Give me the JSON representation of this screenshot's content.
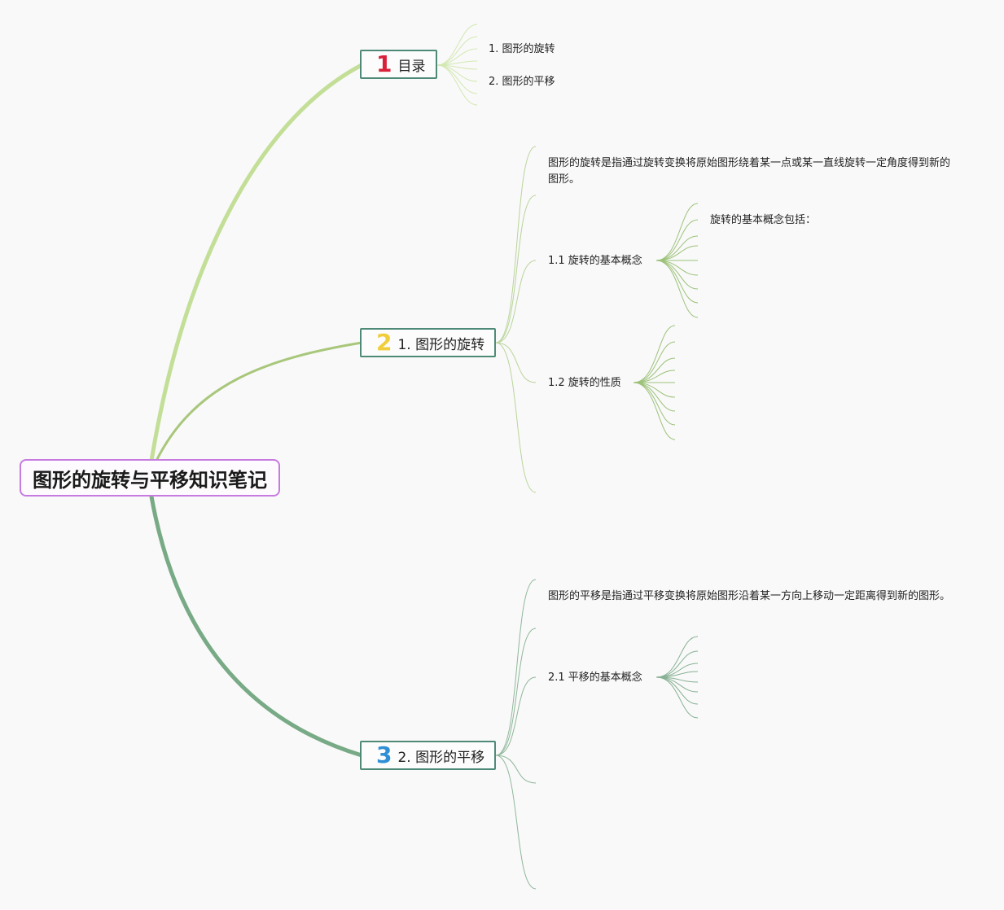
{
  "root": {
    "title": "图形的旋转与平移知识笔记"
  },
  "branches": [
    {
      "number": "1",
      "label": "目录",
      "color": "#c3df97",
      "children": [
        "1. 图形的旋转",
        "2. 图形的平移"
      ]
    },
    {
      "number": "2",
      "label": "1. 图形的旋转",
      "color": "#a8c77b",
      "definition": "图形的旋转是指通过旋转变换将原始图形绕着某一点或某一直线旋转一定角度得到新的图形。",
      "sections": [
        {
          "label": "1.1 旋转的基本概念",
          "children": [
            "旋转的基本概念包括："
          ]
        },
        {
          "label": "1.2 旋转的性质",
          "children": []
        }
      ]
    },
    {
      "number": "3",
      "label": "2. 图形的平移",
      "color": "#78aa86",
      "definition": "图形的平移是指通过平移变换将原始图形沿着某一方向上移动一定距离得到新的图形。",
      "sections": [
        {
          "label": "2.1 平移的基本概念",
          "children": []
        }
      ]
    }
  ],
  "colors": {
    "root_border": "#c77be0",
    "branch_border": "#4f8a79",
    "thin_line_1": "#c8e0a4",
    "thin_line_2": "#a9c77f",
    "thin_line_3": "#86b092"
  }
}
